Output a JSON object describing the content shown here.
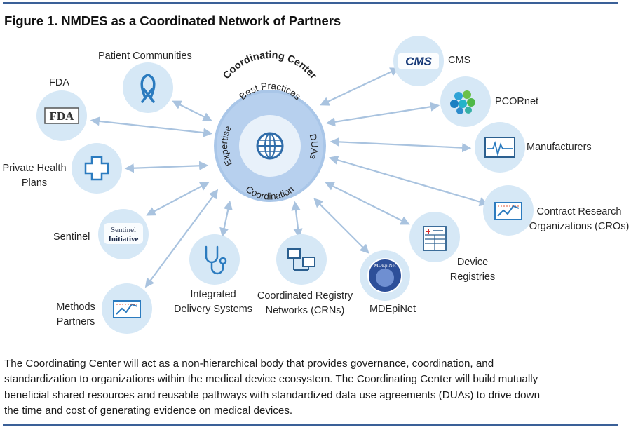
{
  "figure": {
    "title": "Figure 1. NMDES as a Coordinated Network of Partners"
  },
  "colors": {
    "rule": "#3a6098",
    "node_fill": "#d6e8f6",
    "hub_ring": "#a9c6e8",
    "hub_inner": "#e8f1fa",
    "arrow": "#a9c3df",
    "icon_blue": "#2b7bbf",
    "label": "#262626"
  },
  "hub": {
    "title": "Coordinating Center",
    "ring_labels": {
      "top": "Best Practices",
      "right": "DUAs",
      "bottom": "Coordination",
      "left": "Expertise"
    },
    "icon": "globe-icon"
  },
  "partners": [
    {
      "id": "patient-communities",
      "label_lines": [
        "Patient Communities"
      ],
      "icon": "awareness-ribbon-icon"
    },
    {
      "id": "fda",
      "label_lines": [
        "FDA"
      ],
      "icon": "fda-logo-icon",
      "logo_text": "FDA"
    },
    {
      "id": "private-health-plans",
      "label_lines": [
        "Private Health",
        "Plans"
      ],
      "icon": "medical-cross-icon"
    },
    {
      "id": "sentinel",
      "label_lines": [
        "Sentinel"
      ],
      "icon": "sentinel-initiative-logo-icon",
      "logo_text": [
        "Sentinel",
        "Initiative"
      ]
    },
    {
      "id": "methods-partners",
      "label_lines": [
        "Methods",
        "Partners"
      ],
      "icon": "line-chart-icon"
    },
    {
      "id": "integrated-delivery-systems",
      "label_lines": [
        "Integrated",
        "Delivery Systems"
      ],
      "icon": "stethoscope-icon"
    },
    {
      "id": "coordinated-registry-networks",
      "label_lines": [
        "Coordinated Registry",
        "Networks (CRNs)"
      ],
      "icon": "networked-computers-icon"
    },
    {
      "id": "mdepinet",
      "label_lines": [
        "MDEpiNet"
      ],
      "icon": "mdepinet-seal-icon",
      "logo_text": "MDEpiNet"
    },
    {
      "id": "device-registries",
      "label_lines": [
        "Device",
        "Registries"
      ],
      "icon": "registry-form-icon"
    },
    {
      "id": "contract-research-organizations",
      "label_lines": [
        "Contract Research",
        "Organizations (CROs)"
      ],
      "icon": "line-chart-icon"
    },
    {
      "id": "manufacturers",
      "label_lines": [
        "Manufacturers"
      ],
      "icon": "heart-monitor-icon"
    },
    {
      "id": "pcornet",
      "label_lines": [
        "PCORnet"
      ],
      "icon": "pcornet-logo-icon"
    },
    {
      "id": "cms",
      "label_lines": [
        "CMS"
      ],
      "icon": "cms-logo-icon",
      "logo_text": "CMS"
    }
  ],
  "caption": [
    "The Coordinating Center will act as a non-hierarchical body that provides governance, coordination, and",
    "standardization to organizations within the medical device ecosystem. The Coordinating Center will build mutually",
    "beneficial shared resources and reusable pathways with standardized data use agreements (DUAs) to drive down",
    "the time and cost of generating evidence on medical devices."
  ]
}
